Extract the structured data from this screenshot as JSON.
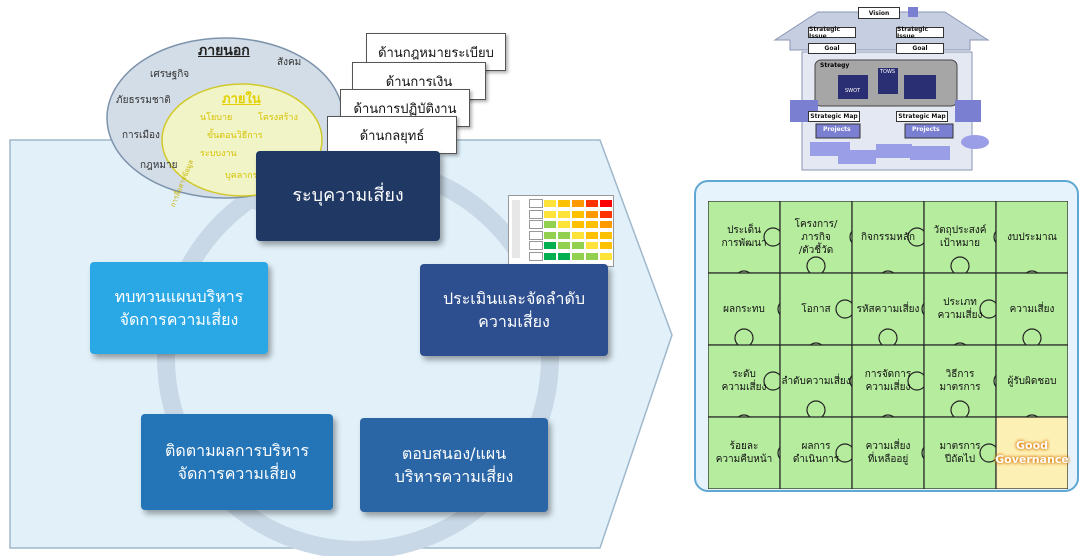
{
  "outer_circle": {
    "title": "ภายนอก",
    "items": [
      "สังคม",
      "เศรษฐกิจ",
      "ภัยธรรมชาติ",
      "การเมือง",
      "กฎหมาย"
    ]
  },
  "inner_circle": {
    "title": "ภายใน",
    "items": [
      "นโยบาย",
      "โครงสร้าง",
      "ขั้นตอนวิธีการ",
      "ระบบงาน",
      "บุคลากร"
    ]
  },
  "risk_aspects": [
    "ด้านกฎหมายระเบียบ",
    "ด้านการเงิน",
    "ด้านการปฏิบัติงาน",
    "ด้านกลยุทธ์"
  ],
  "cycle_steps": [
    {
      "id": "identify",
      "label": "ระบุความเสี่ยง"
    },
    {
      "id": "assess",
      "label": "ประเมินและจัดลำดับ\nความเสี่ยง"
    },
    {
      "id": "respond",
      "label": "ตอบสนอง/แผน\nบริหารความเสี่ยง"
    },
    {
      "id": "monitor",
      "label": "ติดตามผลการบริหาร\nจัดการความเสี่ยง"
    },
    {
      "id": "review",
      "label": "ทบทวนแผนบริหาร\nจัดการความเสี่ยง"
    }
  ],
  "cycle_small_label": "การสื่อสารข้อมูล",
  "strategy_map": {
    "vision": "Vision",
    "strategic_issue_left": "Strategic Issue",
    "strategic_issue_right": "Strategic Issue",
    "goal_left": "Goal",
    "goal_right": "Goal",
    "strategy": "Strategy",
    "swot": "SWOT",
    "tows": "TOWS",
    "map_left": "Strategic Map",
    "map_right": "Strategic Map",
    "projects_left": "Projects",
    "projects_right": "Projects"
  },
  "puzzle_cells": [
    "ประเด็น\nการพัฒนา",
    "โครงการ/ภารกิจ\n/ตัวชี้วัด",
    "กิจกรรมหลัก",
    "วัตถุประสงค์\nเป้าหมาย",
    "งบประมาณ",
    "ผลกระทบ",
    "โอกาส",
    "รหัสความเสี่ยง",
    "ประเภท\nความเสี่ยง",
    "ความเสี่ยง",
    "ระดับ\nความเสี่ยง",
    "ลำดับความเสี่ยง",
    "การจัดการ\nความเสี่ยง",
    "วิธีการ\nมาตรการ",
    "ผู้รับผิดชอบ",
    "ร้อยละ\nความคืบหน้า",
    "ผลการ\nดำเนินการ",
    "ความเสี่ยง\nที่เหลืออยู่",
    "มาตรการ\nปีถัดไป",
    "Good\nGovernance"
  ],
  "colors": {
    "identify": "#1f3864",
    "assess": "#2e4f8f",
    "respond": "#2a66a6",
    "monitor": "#2474b8",
    "review": "#2aa8e6",
    "puzzle": "#b6ec9e",
    "puzzle_highlight": "#fdf0b4"
  }
}
